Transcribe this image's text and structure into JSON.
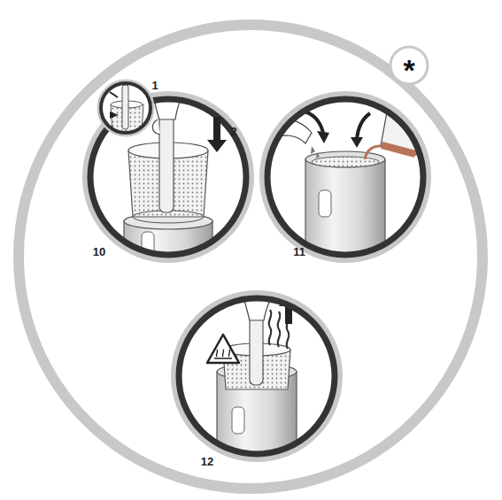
{
  "diagram": {
    "nodes": [
      {
        "text": [
          "*"
        ]
      }
    ],
    "labels": [
      "1",
      "2",
      "10",
      "11",
      "12"
    ]
  }
}
